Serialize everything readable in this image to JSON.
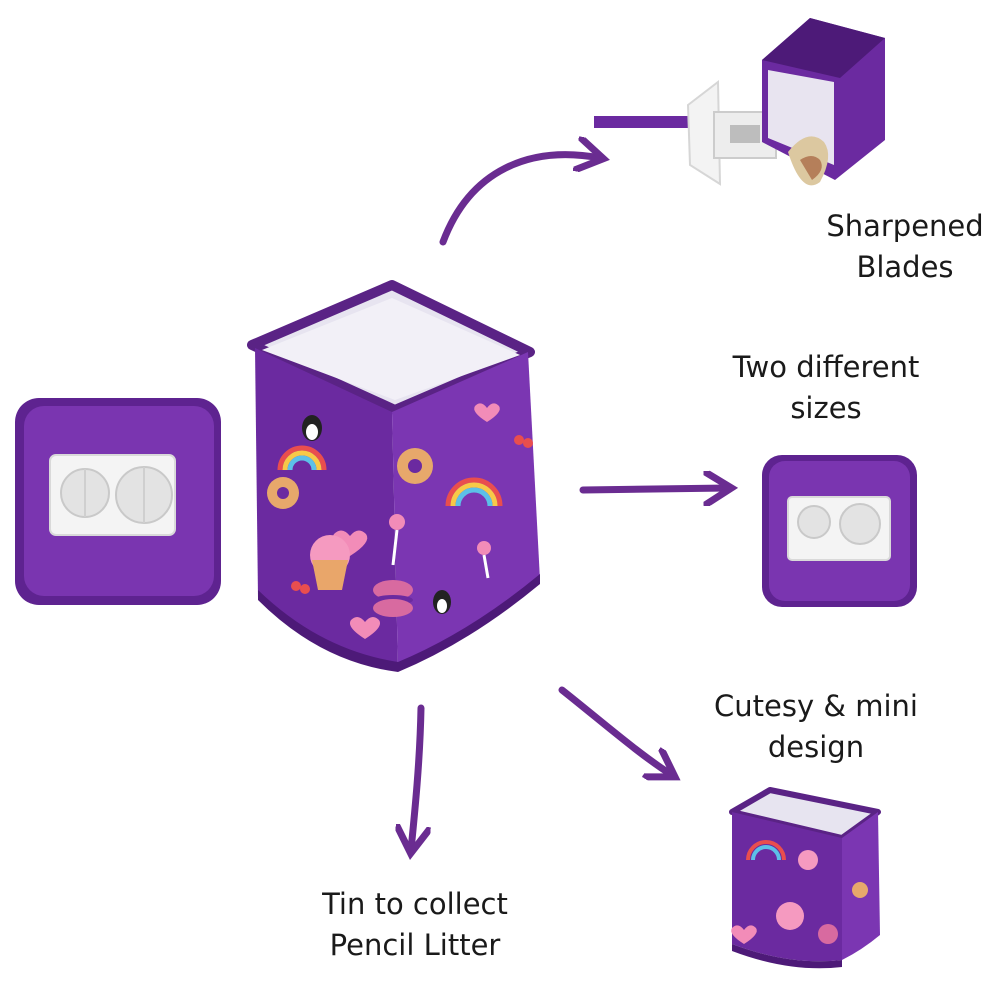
{
  "labels": {
    "blades": [
      "Sharpened",
      "Blades"
    ],
    "sizes": [
      "Two different",
      "sizes"
    ],
    "design": [
      "Cutesy & mini",
      "design"
    ],
    "tin": [
      "Tin to collect",
      "Pencil Litter"
    ]
  },
  "colors": {
    "purple": "#6b2a9e",
    "arrow": "#6a2c91",
    "purple_dark": "#4d1a78",
    "interior": "#e9e6f2",
    "white": "#f6f6f6"
  },
  "icons": {
    "pattern": [
      "heart",
      "donut",
      "rainbow",
      "cupcake",
      "lollipop",
      "cherry",
      "penguin",
      "macaron"
    ]
  }
}
